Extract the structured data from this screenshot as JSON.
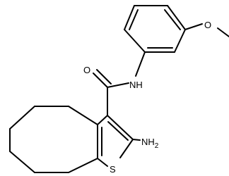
{
  "molecule": {
    "atom_labels": {
      "oxygen_carbonyl": "O",
      "amide_nh": "NH",
      "amino": "NH",
      "amino_subscript": "2",
      "thiophene_sulfur": "S",
      "methoxy_oxygen": "O"
    },
    "colors": {
      "bond": "#000000",
      "label": "#000000",
      "background": "#ffffff"
    }
  }
}
